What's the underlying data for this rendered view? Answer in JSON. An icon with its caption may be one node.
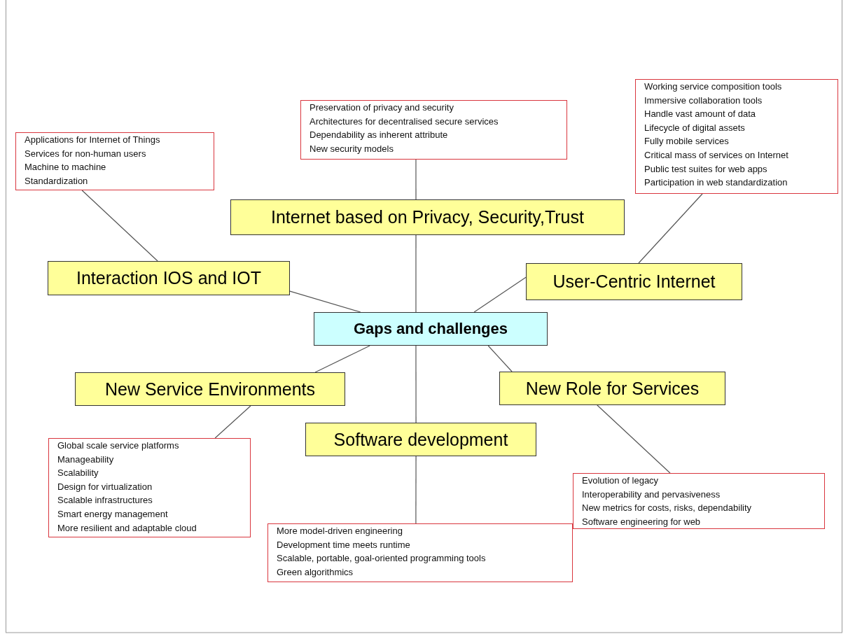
{
  "diagram": {
    "nodes": [
      {
        "text": [
          "Gaps and challenges"
        ]
      },
      {
        "text": [
          "Internet based on Privacy, Security,Trust"
        ]
      },
      {
        "text": [
          "Interaction IOS and IOT"
        ]
      },
      {
        "text": [
          "User-Centric Internet"
        ]
      },
      {
        "text": [
          "New Service Environments"
        ]
      },
      {
        "text": [
          "New Role for Services"
        ]
      },
      {
        "text": [
          "Software development"
        ]
      },
      {
        "text": [
          "Preservation of privacy and security",
          "Architectures for decentralised secure services",
          "Dependability as inherent attribute",
          "New security models"
        ]
      },
      {
        "text": [
          "Applications for Internet of Things",
          "Services for non-human users",
          "Machine to machine",
          "Standardization"
        ]
      },
      {
        "text": [
          "Working service composition tools",
          "Immersive collaboration tools",
          "Handle vast amount of data",
          "Lifecycle of digital assets",
          "Fully mobile services",
          "Critical mass of services on Internet",
          "Public test suites for web apps",
          "Participation in web standardization"
        ]
      },
      {
        "text": [
          "Global scale service platforms",
          "Manageability",
          "Scalability",
          "Design for virtualization",
          "Scalable infrastructures",
          "Smart energy management",
          "More resilient and adaptable cloud"
        ]
      },
      {
        "text": [
          "Evolution of legacy",
          "Interoperability and pervasiveness",
          "New metrics for costs, risks, dependability",
          "Software engineering for web"
        ]
      },
      {
        "text": [
          "More model-driven engineering",
          "Development time meets runtime",
          "Scalable, portable, goal-oriented programming tools",
          "Green algorithmics"
        ]
      }
    ],
    "edges": [
      {
        "from": 0,
        "to": 1,
        "arrow": "none"
      },
      {
        "from": 1,
        "to": 7,
        "arrow": "none"
      },
      {
        "from": 0,
        "to": 2,
        "arrow": "none"
      },
      {
        "from": 2,
        "to": 8,
        "arrow": "none"
      },
      {
        "from": 0,
        "to": 3,
        "arrow": "none"
      },
      {
        "from": 3,
        "to": 9,
        "arrow": "none"
      },
      {
        "from": 0,
        "to": 4,
        "arrow": "none"
      },
      {
        "from": 4,
        "to": 10,
        "arrow": "none"
      },
      {
        "from": 0,
        "to": 5,
        "arrow": "none"
      },
      {
        "from": 5,
        "to": 11,
        "arrow": "none"
      },
      {
        "from": 0,
        "to": 6,
        "arrow": "none"
      },
      {
        "from": 6,
        "to": 12,
        "arrow": "none"
      }
    ]
  }
}
